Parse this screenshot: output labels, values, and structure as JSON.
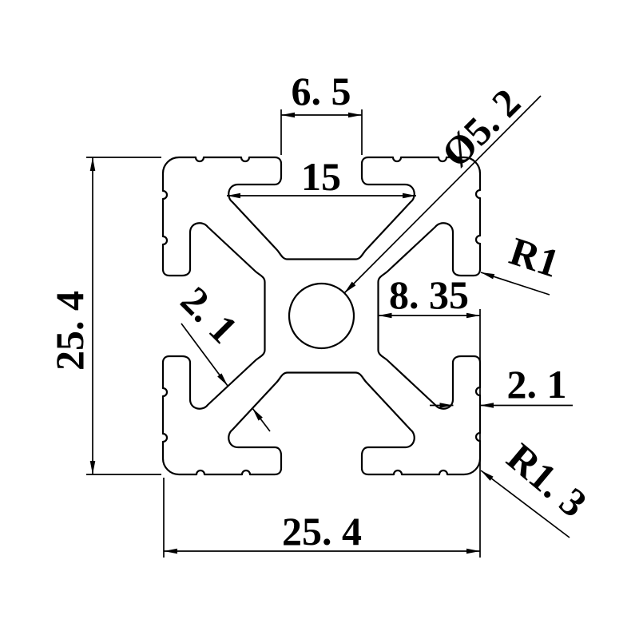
{
  "page": {
    "background": "#ffffff",
    "line_color": "#000000"
  },
  "drawing": {
    "type": "technical-drawing",
    "subject": "aluminum extrusion profile cross-section 25.4 x 25.4",
    "dimensions": {
      "slot_opening": "6. 5",
      "slot_width": "15",
      "hole_diameter": "Ø5. 2",
      "lip_radius": "R1",
      "slot_depth": "8. 35",
      "wall_thickness": "2. 1",
      "web_thickness": "2. 1",
      "corner_radius": "R1. 3",
      "overall_height": "25. 4",
      "overall_width": "25. 4"
    }
  }
}
